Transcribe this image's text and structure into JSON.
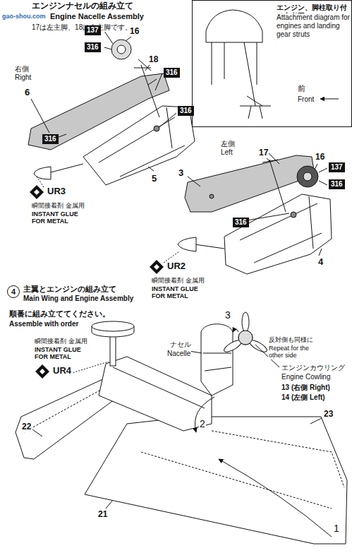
{
  "diagram": {
    "nodes": [
      {
        "text": [
          "137"
        ]
      },
      {
        "text": [
          "316"
        ]
      },
      {
        "text": [
          "316"
        ]
      },
      {
        "text": [
          "316"
        ]
      },
      {
        "text": [
          "316"
        ]
      },
      {
        "text": [
          "エンジン、脚柱取り付け参考図",
          "Attachment diagram for engines and landing gear struts",
          "前",
          "Front"
        ]
      },
      {
        "text": [
          "137"
        ]
      },
      {
        "text": [
          "316"
        ]
      },
      {
        "text": [
          "316"
        ]
      },
      {
        "text": [
          "4"
        ]
      }
    ],
    "labels": [
      "gao-shou.com",
      "エンジンナセルの組み立て",
      "Engine Nacelle Assembly",
      "17は左主脚、18は右主脚です。",
      "16",
      "18",
      "右側",
      "Right",
      "6",
      "5",
      "UR3",
      "瞬間接着剤 金属用",
      "INSTANT GLUE FOR METAL",
      "左側",
      "Left",
      "17",
      "16",
      "3",
      "4",
      "UR2",
      "瞬間接着剤 金属用",
      "INSTANT GLUE FOR METAL",
      "主翼とエンジンの組み立て",
      "Main Wing and Engine Assembly",
      "順番に組み立ててください。",
      "Assemble with order",
      "瞬間接着剤 金属用",
      "INSTANT GLUE FOR METAL",
      "UR4",
      "ナセル",
      "Nacelle",
      "3",
      "反対側も同様に",
      "Repeat for the other side",
      "エンジンカウリング",
      "Engine Cowling",
      "13 (右側 Right)",
      "14 (左側 Left)",
      "2",
      "22",
      "23",
      "21",
      "1"
    ]
  }
}
